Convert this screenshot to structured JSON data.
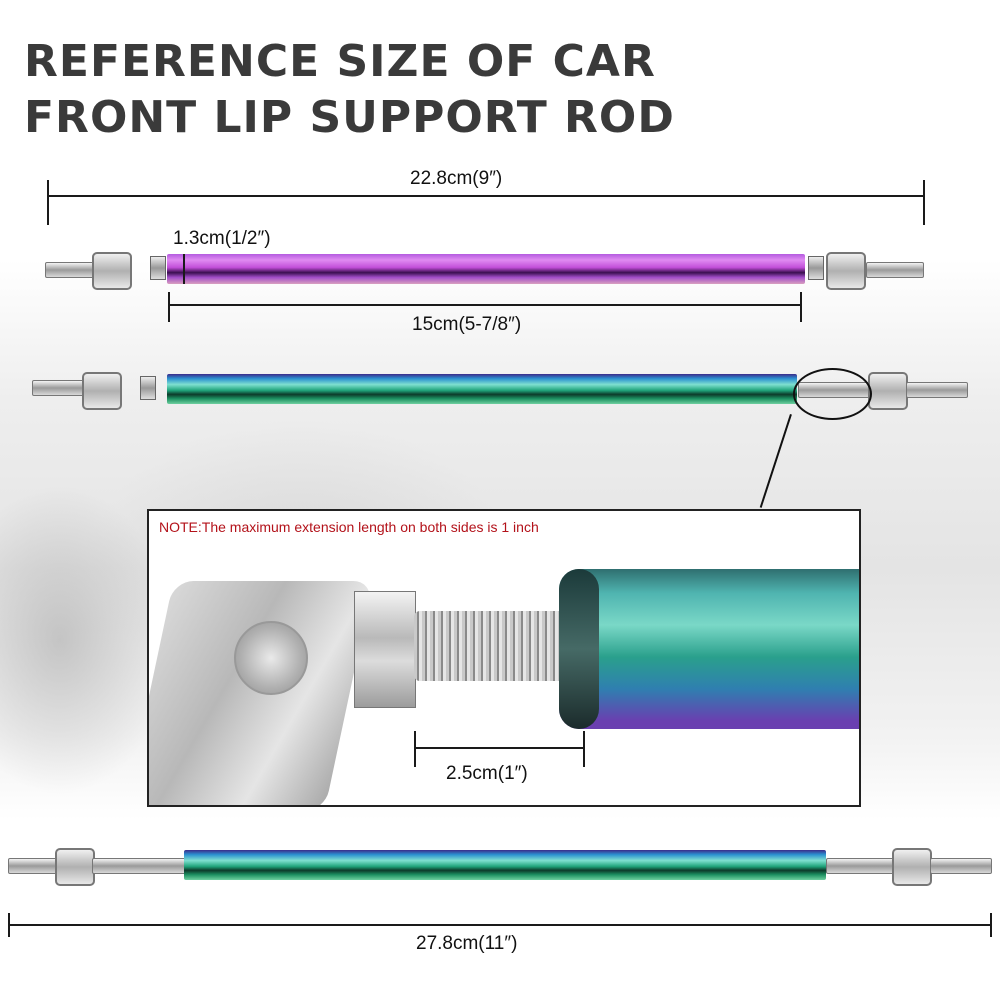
{
  "title": {
    "line1": "REFERENCE SIZE OF CAR",
    "line2": "FRONT LIP SUPPORT ROD"
  },
  "rod_top": {
    "color": "purple-iridescent",
    "overall_length_label": "22.8cm(9″)",
    "diameter_label": "1.3cm(1/2″)",
    "tube_length_label": "15cm(5-7/8″)"
  },
  "rod_middle": {
    "color": "neo-chrome-green"
  },
  "detail_panel": {
    "note": "NOTE:The maximum extension length on both sides is 1 inch",
    "extension_label": "2.5cm(1″)"
  },
  "rod_bottom": {
    "color": "neo-chrome-green",
    "extended_length_label": "27.8cm(11″)"
  },
  "colors": {
    "title_text": "#3a3a3a",
    "note_text": "#b3121a",
    "dimension_lines": "#1a1a1a"
  }
}
